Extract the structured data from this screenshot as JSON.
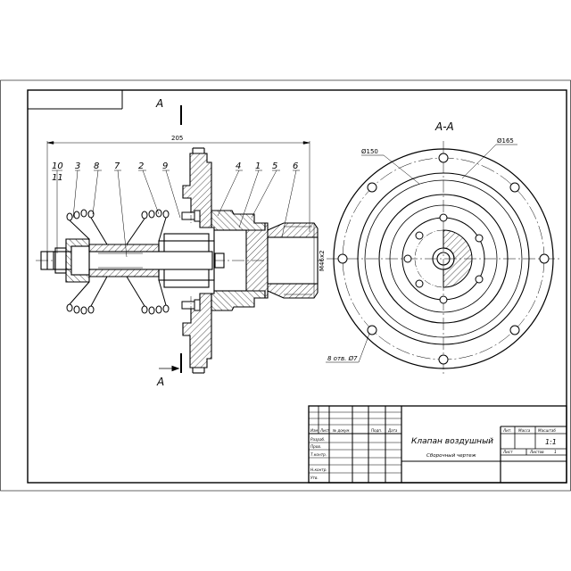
{
  "drawing": {
    "section_marker_top": "A",
    "section_marker_bottom": "A",
    "section_title": "A-A",
    "overall_length": "205",
    "thread_label": "M46x2",
    "diam_outer": "Ø165",
    "diam_inner": "Ø150",
    "holes_label": "8 отв. Ø7",
    "callouts": [
      "10",
      "11",
      "3",
      "8",
      "7",
      "2",
      "9",
      "4",
      "1",
      "5",
      "6"
    ]
  },
  "title_block": {
    "title": "Клапан воздушный",
    "subtitle": "Сборочный чертеж",
    "scale": "1:1",
    "col_lit": "Лит.",
    "col_mass": "Масса",
    "col_scale": "Масштаб",
    "sheet_label": "Лист",
    "sheets_label": "Листов",
    "sheets_count": "1",
    "rev_cols": [
      "Изм",
      "Лист",
      "№ докум.",
      "Подп.",
      "Дата"
    ],
    "roles": [
      "Разраб.",
      "Пров.",
      "Т.контр.",
      "Н.контр.",
      "Утв."
    ]
  }
}
